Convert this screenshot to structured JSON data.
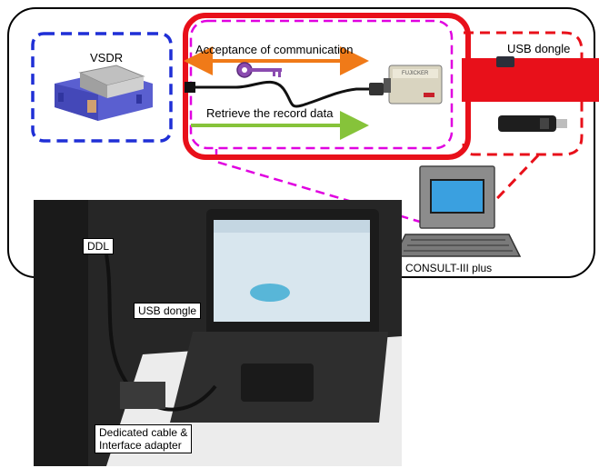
{
  "labels": {
    "vsdr": "VSDR",
    "usb_dongle_top": "USB dongle",
    "acceptance": "Acceptance of communication",
    "retrieve": "Retrieve the record data",
    "consult": "CONSULT-III plus",
    "ddl": "DDL",
    "usb_dongle_photo": "USB dongle",
    "dedicated_line1": "Dedicated cable &",
    "dedicated_line2": "Interface adapter",
    "card_brand": "FUJICKER"
  },
  "colors": {
    "outer_border": "#000000",
    "vsdr_box": "#1f2fd6",
    "key_box": "#e000e0",
    "main_box": "#e8101a",
    "usb_box": "#e8101a",
    "arrow_orange": "#f07a18",
    "arrow_green": "#86c33a"
  },
  "icons": [
    "vsdr-unit-icon",
    "key-icon",
    "pc-card-icon",
    "usb-stick-icon",
    "laptop-icon"
  ]
}
